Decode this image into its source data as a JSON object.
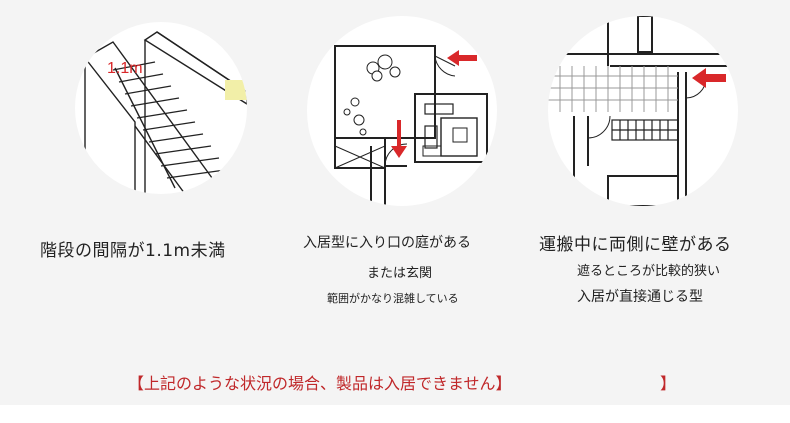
{
  "figure1": {
    "measure_label": "1.1m",
    "caption": "階段の間隔が1.1m未満"
  },
  "figure2": {
    "caption_line1": "入居型に入り口の庭がある",
    "caption_line2": "または玄関",
    "caption_line3": "範囲がかなり混雑している"
  },
  "figure3": {
    "caption_line1": "運搬中に両側に壁がある",
    "caption_line2": "遮るところが比較的狭い",
    "caption_line3": "入居が直接通じる型"
  },
  "notice": {
    "text": "【上記のような状況の場合、製品は入居できません】",
    "trailing_bracket": "】"
  },
  "colors": {
    "accent_red": "#d9282a",
    "notice_red": "#c0282a",
    "line": "#222222"
  }
}
